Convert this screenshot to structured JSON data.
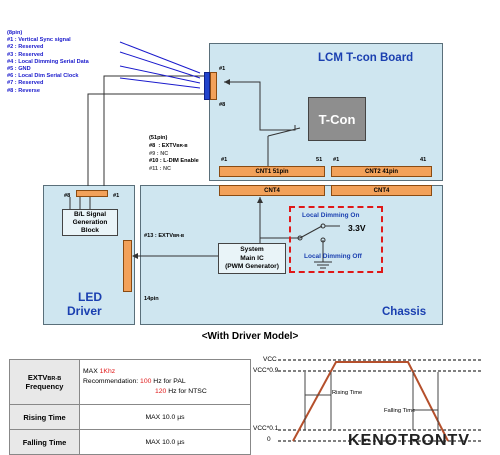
{
  "pin8": {
    "title": "(8pin)",
    "lines": [
      "#1 : Vertical Sync signal",
      "#2 : Reserved",
      "#3 : Reserved",
      "#4 : Local Dimming Serial Data",
      "#5 : GND",
      "#6 : Local Dim Serial Clock",
      "#7 : Reserved",
      "#8 : Reverse"
    ]
  },
  "lcm": {
    "title": "LCM T-con Board",
    "pin1": "#1",
    "pin8": "#8",
    "tcon": "T-Con",
    "cnt1_left": "#1",
    "cnt1_right": "51",
    "cnt2_left": "#1",
    "cnt2_right": "41",
    "cnt1_label": "CNT1  51pin",
    "cnt2_label": "CNT2 41pin"
  },
  "pin51": {
    "title": "(51pin)",
    "l1_num": "#8",
    "l1_text": ": EXTV",
    "l1_sub": "BR-B",
    "l2": "#9      : NC",
    "l3": "#10 : L-DIM Enable",
    "l4": "#11 : NC"
  },
  "chassis": {
    "title": "Chassis",
    "cnt4_a": "CNT4",
    "cnt4_b": "CNT4",
    "pin13_num": "#13",
    "pin13_text": ": EXTV",
    "pin13_sub": "BR-B",
    "system_ic": [
      "System",
      "Main IC",
      "(PWM Generator)"
    ],
    "ld_on": "Local Dimming On",
    "ld_off": "Local Dimming Off",
    "voltage": "3.3V"
  },
  "led": {
    "title_1": "LED",
    "title_2": "Driver",
    "pin8": "#8",
    "pin1": "#1",
    "bl_block": [
      "B/L Signal",
      "Generation",
      "Block"
    ],
    "pin14": "14pin"
  },
  "caption": "<With Driver Model>",
  "spec": {
    "freq_label_main": "EXTV",
    "freq_label_sub": "BR-B",
    "freq_label_2": "Frequency",
    "max_prefix": "MAX ",
    "max_val": "1Khz",
    "rec_prefix": "Recommendation: ",
    "rec_pal_val": "100",
    "rec_pal_suffix": " Hz for PAL",
    "rec_ntsc_val": "120",
    "rec_ntsc_suffix": " Hz for NTSC",
    "rise_label": "Rising Time",
    "rise_val": "MAX 10.0 µs",
    "fall_label": "Falling Time",
    "fall_val": "MAX 10.0 µs"
  },
  "waveform": {
    "vcc": "VCC",
    "vcc09": "VCC*0.9",
    "vcc01": "VCC*0.1",
    "zero": "0",
    "rise": "Rising Time",
    "fall": "Falling Time"
  },
  "watermark": "KENOTRONTV",
  "colors": {
    "board_fill": "#cfe6f0",
    "connector": "#f2a15a",
    "dashed_red": "#e01818",
    "title_blue": "#1a3fb0"
  }
}
